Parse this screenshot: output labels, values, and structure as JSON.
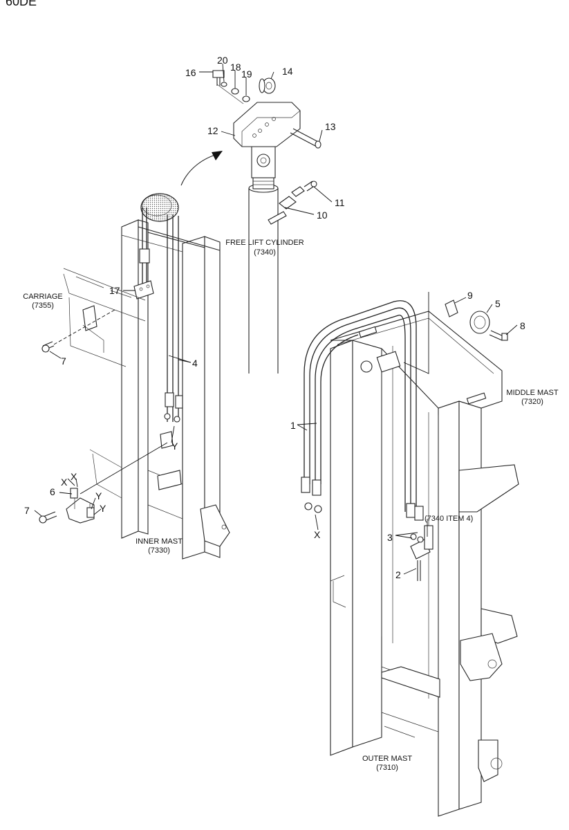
{
  "page": {
    "corner_title": "60DE"
  },
  "assemblies": {
    "free_lift_cylinder": {
      "name": "FREE LIFT CYLINDER",
      "code": "(7340)"
    },
    "carriage": {
      "name": "CARRIAGE",
      "code": "(7355)"
    },
    "inner_mast": {
      "name": "INNER MAST",
      "code": "(7330)"
    },
    "middle_mast": {
      "name": "MIDDLE MAST",
      "code": "(7320)"
    },
    "outer_mast": {
      "name": "OUTER MAST",
      "code": "(7310)"
    },
    "cylinder_item_ref": "(7340 ITEM 4)"
  },
  "part_numbers": {
    "p1": "1",
    "p2": "2",
    "p3": "3",
    "p4": "4",
    "p5": "5",
    "p6": "6",
    "p7a": "7",
    "p7b": "7",
    "p8": "8",
    "p9": "9",
    "p10": "10",
    "p11": "11",
    "p12": "12",
    "p13": "13",
    "p14": "14",
    "p16": "16",
    "p17": "17",
    "p18": "18",
    "p19": "19",
    "p20": "20"
  },
  "connection_markers": {
    "x_fitting_a": "X",
    "x_fitting_b": "X",
    "x_hose_end": "X",
    "y_hose_end": "Y",
    "y_fitting_a": "Y",
    "y_fitting_b": "Y"
  }
}
